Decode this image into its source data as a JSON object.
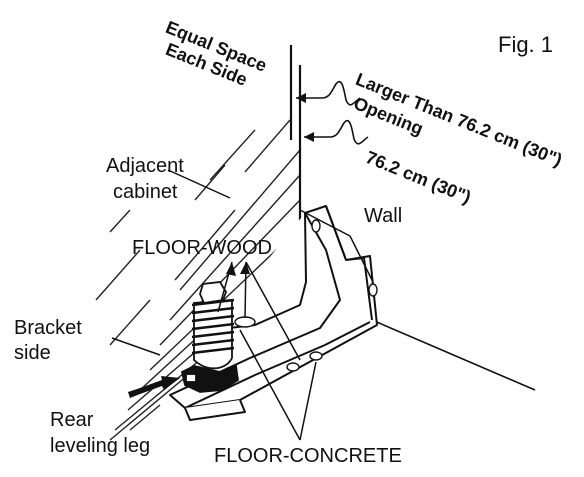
{
  "figure": {
    "label": "Fig. 1"
  },
  "labels": {
    "equal_space_line1": "Equal Space",
    "equal_space_line2": "Each Side",
    "larger_than_line1": "Larger Than 76.2 cm (30\")",
    "larger_than_line2": "Opening",
    "dimension": "76.2 cm (30\")",
    "adjacent_line1": "Adjacent",
    "adjacent_line2": "cabinet",
    "wall": "Wall",
    "floor_wood": "FLOOR-WOOD",
    "bracket_line1": "Bracket",
    "bracket_line2": "side",
    "rear_line1": "Rear",
    "rear_line2": "leveling leg",
    "floor_concrete": "FLOOR-CONCRETE"
  }
}
